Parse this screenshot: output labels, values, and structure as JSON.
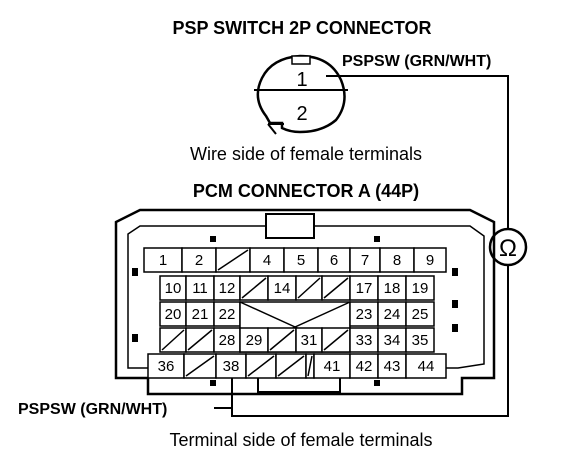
{
  "psp_connector": {
    "title": "PSP SWITCH 2P CONNECTOR",
    "wire_label": "PSPSW (GRN/WHT)",
    "terminal_top": "1",
    "terminal_bottom": "2",
    "caption": "Wire side of female terminals"
  },
  "pcm_connector": {
    "title": "PCM CONNECTOR A (44P)",
    "wire_label": "PSPSW (GRN/WHT)",
    "caption": "Terminal side of female terminals",
    "rows": [
      [
        "1",
        "2",
        "/",
        "4",
        "5",
        "6",
        "7",
        "8",
        "9"
      ],
      [
        "10",
        "11",
        "12",
        "/",
        "14",
        "/",
        "/",
        "17",
        "18",
        "19"
      ],
      [
        "20",
        "21",
        "22",
        "X",
        "23",
        "24",
        "25"
      ],
      [
        "/",
        "/",
        "28",
        "29",
        "/",
        "31",
        "/",
        "33",
        "34",
        "35"
      ],
      [
        "36",
        "/",
        "38",
        "/",
        "/",
        "/",
        "41",
        "42",
        "43",
        "44"
      ]
    ]
  },
  "meter": {
    "symbol": "Ω"
  }
}
